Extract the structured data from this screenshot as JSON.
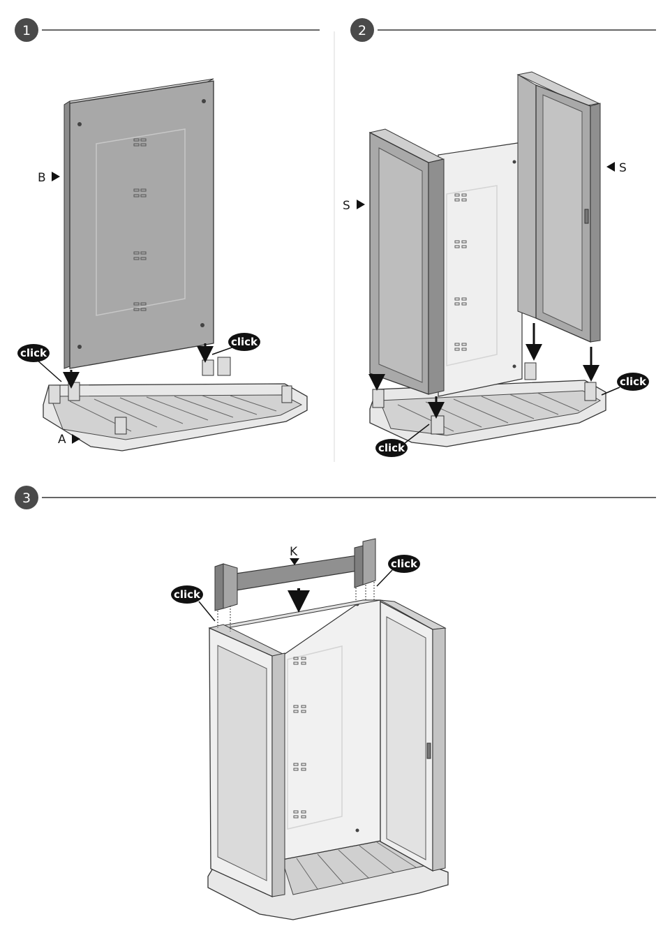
{
  "steps": [
    {
      "number": "1"
    },
    {
      "number": "2"
    },
    {
      "number": "3"
    }
  ],
  "labels": {
    "a": "A",
    "b": "B",
    "s": "S",
    "k": "K"
  },
  "callout_text": "click",
  "colors": {
    "step_badge": "#4a4a4a",
    "panel_dark": "#a9a9a9",
    "panel_light": "#efefef",
    "base": "#e6e6e6",
    "callout": "#111111"
  }
}
